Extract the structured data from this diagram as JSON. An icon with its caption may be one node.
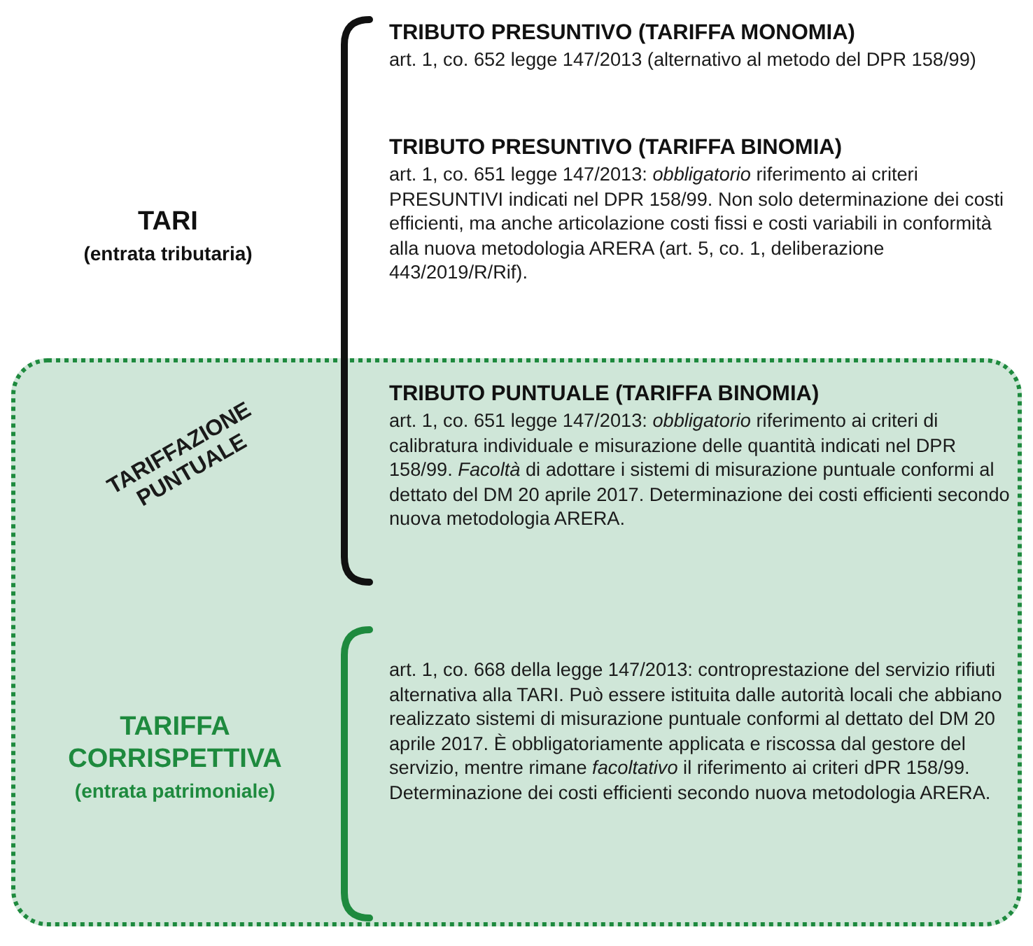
{
  "diagram": {
    "nodes": [
      {
        "text": [
          "TARIFFAZIONE PUNTUALE"
        ]
      }
    ],
    "labels": [
      "TARI",
      "(entrata tributaria)",
      "TRIBUTO PRESUNTIVO (TARIFFA MONOMIA)",
      "art. 1, co. 652 legge 147/2013 (alternativo al metodo del DPR 158/99)",
      "TRIBUTO PRESUNTIVO (TARIFFA BINOMIA)",
      "art. 1, co. 651 legge 147/2013: *obbligatorio* riferimento ai criteri PRESUNTIVI indicati nel DPR 158/99. Non solo determinazione dei costi efficienti, ma anche articolazione costi fissi e costi variabili in conformità alla nuova metodologia ARERA (art. 5, co. 1, deliberazione 443/2019/R/Rif).",
      "TRIBUTO PUNTUALE (TARIFFA BINOMIA)",
      "art. 1, co. 651 legge 147/2013: *obbligatorio* riferimento ai criteri di calibratura individuale e misurazione delle quantità indicati nel DPR 158/99. *Facoltà* di adottare i sistemi di misurazione puntuale conformi al dettato del DM 20 aprile 2017. Determinazione dei costi efficienti secondo nuova metodologia ARERA.",
      "TARIFFA CORRISPETTIVA",
      "(entrata patrimoniale)",
      "art. 1, co. 668 della legge 147/2013: controprestazione del servizio rifiuti alternativa alla TARI. Può essere istituita dalle autorità locali che abbiano realizzato sistemi di misurazione puntuale conformi al dettato del DM 20 aprile 2017. È obbligatoriamente applicata e riscossa dal gestore del servizio, mentre rimane *facoltativo* il riferimento ai criteri dPR 158/99. Determinazione dei costi efficienti secondo nuova metodologia ARERA."
    ]
  }
}
